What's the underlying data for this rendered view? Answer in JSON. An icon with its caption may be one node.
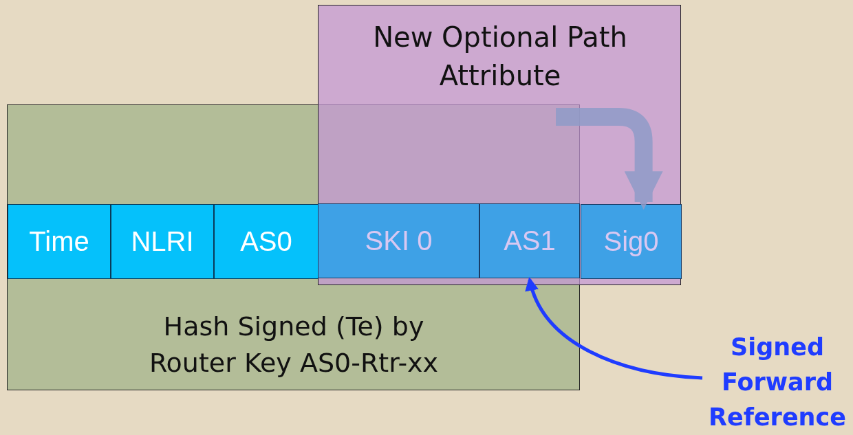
{
  "diagram": {
    "nodes": [
      {
        "text": [
          "New Optional Path Attribute"
        ]
      },
      {
        "text": [
          "Hash Signed (Te) by Router Key AS0-Rtr-xx"
        ]
      },
      {
        "text": [
          "Time"
        ],
        "in": 1
      },
      {
        "text": [
          "NLRI"
        ],
        "in": 1
      },
      {
        "text": [
          "AS0"
        ],
        "in": 1
      },
      {
        "text": [
          "SKI 0"
        ]
      },
      {
        "text": [
          "AS1"
        ]
      },
      {
        "text": [
          "Sig0"
        ],
        "in": 0
      },
      {
        "text": [
          "Signed Forward Reference"
        ]
      }
    ],
    "edges": [
      {
        "from": null,
        "to": 7,
        "arrow": "to",
        "style": "thick",
        "color": "#8f9cc8"
      },
      {
        "from": 8,
        "to": 6,
        "arrow": "to",
        "color": "#1f3cff"
      }
    ]
  }
}
